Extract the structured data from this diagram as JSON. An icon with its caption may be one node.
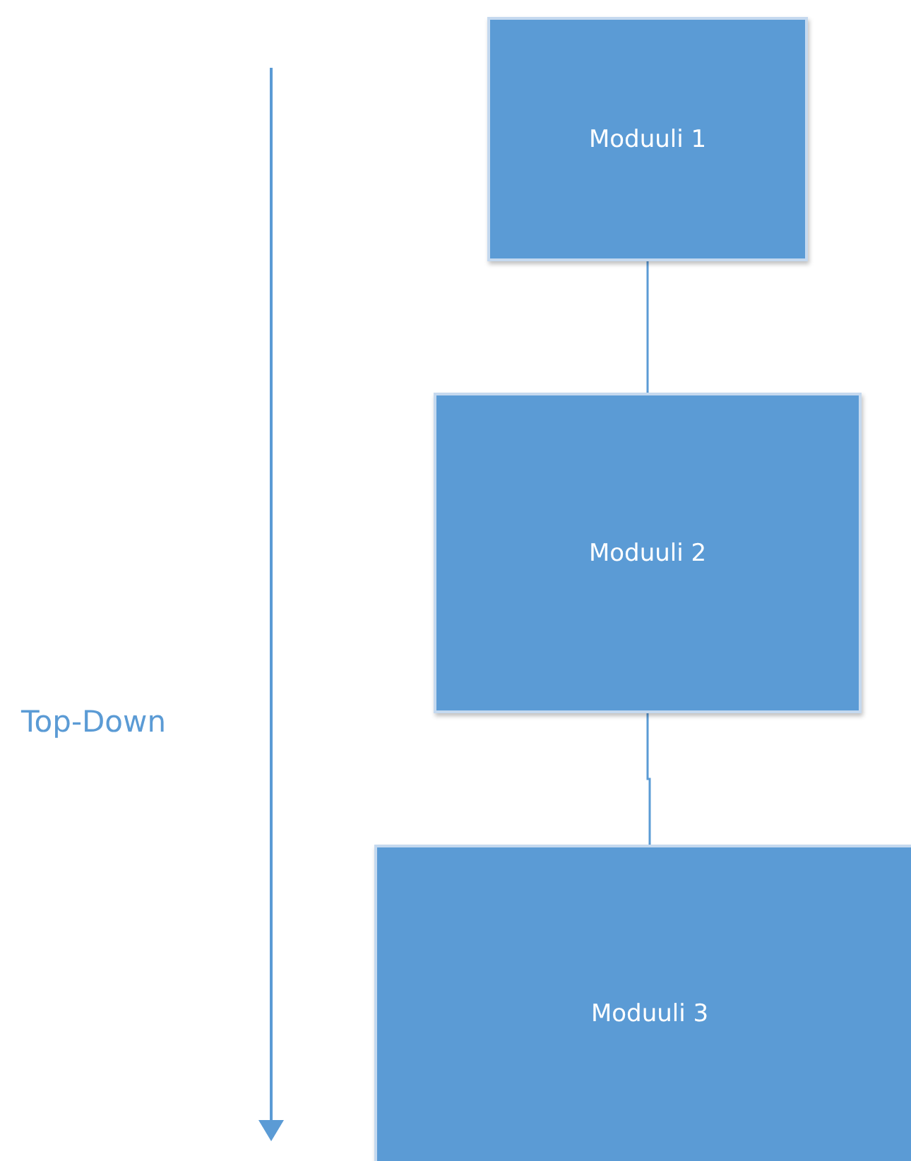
{
  "diagram": {
    "nodes": [
      {
        "text": [
          "Moduuli 1"
        ]
      },
      {
        "text": [
          "Moduuli 2"
        ]
      },
      {
        "text": [
          "Moduuli 3"
        ]
      }
    ],
    "edges": [
      {
        "from": 0,
        "to": 1,
        "arrow": "none"
      },
      {
        "from": 1,
        "to": 2,
        "arrow": "none"
      }
    ],
    "labels": [
      "Top-Down"
    ]
  }
}
